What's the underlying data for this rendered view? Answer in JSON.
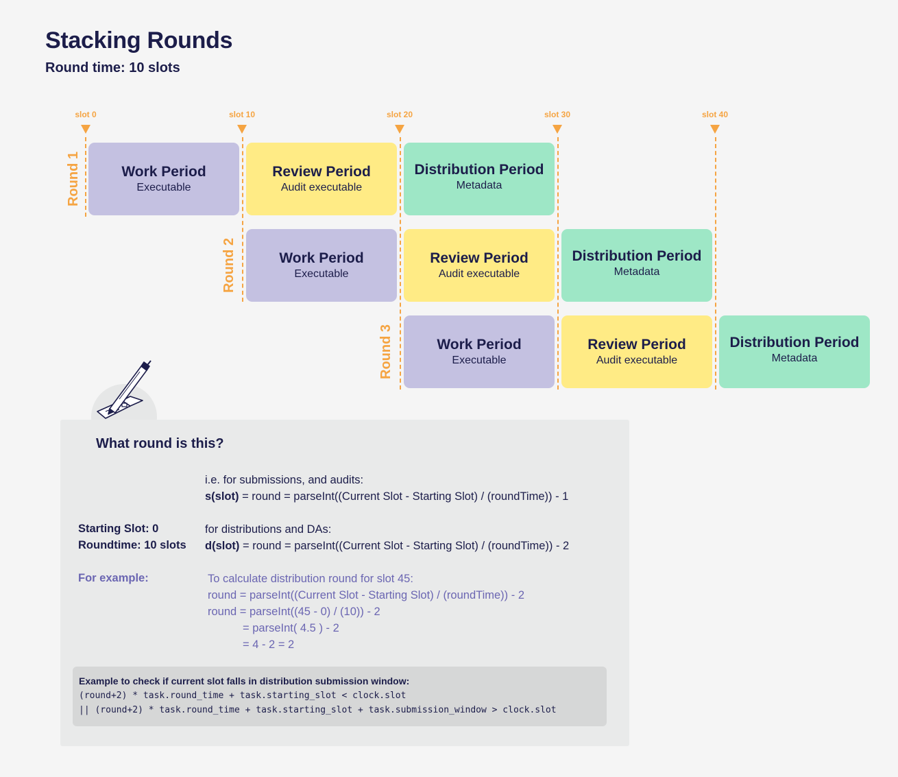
{
  "header": {
    "title": "Stacking Rounds",
    "subtitle": "Round time: 10 slots"
  },
  "timeline": {
    "slots": [
      "slot 0",
      "slot 10",
      "slot 20",
      "slot 30",
      "slot 40"
    ],
    "rounds": [
      {
        "label": "Round 1",
        "periods": [
          {
            "name": "Work Period",
            "sub": "Executable",
            "kind": "work"
          },
          {
            "name": "Review Period",
            "sub": "Audit executable",
            "kind": "review"
          },
          {
            "name": "Distribution Period",
            "sub": "Metadata",
            "kind": "distribution"
          }
        ]
      },
      {
        "label": "Round 2",
        "periods": [
          {
            "name": "Work Period",
            "sub": "Executable",
            "kind": "work"
          },
          {
            "name": "Review Period",
            "sub": "Audit executable",
            "kind": "review"
          },
          {
            "name": "Distribution Period",
            "sub": "Metadata",
            "kind": "distribution"
          }
        ]
      },
      {
        "label": "Round 3",
        "periods": [
          {
            "name": "Work Period",
            "sub": "Executable",
            "kind": "work"
          },
          {
            "name": "Review Period",
            "sub": "Audit executable",
            "kind": "review"
          },
          {
            "name": "Distribution Period",
            "sub": "Metadata",
            "kind": "distribution"
          }
        ]
      }
    ],
    "colors": {
      "work": "#c4c1e1",
      "review": "#ffeb85",
      "distribution": "#9ee7c6",
      "slot_marker": "#f5a442"
    }
  },
  "info": {
    "icon": "pen-signing-document-icon",
    "heading": "What round is this?",
    "submissions_intro": "i.e. for submissions, and audits:",
    "s_formula_label": "s(slot)",
    "s_formula_rest": " = round = parseInt((Current Slot - Starting Slot) / (roundTime)) - 1",
    "starting_slot": "Starting Slot: 0",
    "roundtime": "Roundtime: 10 slots",
    "distributions_intro": "for distributions and DAs:",
    "d_formula_label": "d(slot)",
    "d_formula_rest": " = round = parseInt((Current Slot - Starting Slot) / (roundTime)) - 2",
    "example_label": "For example:",
    "example_lines": [
      "To calculate distribution round for slot 45:",
      "round = parseInt((Current Slot - Starting Slot) / (roundTime)) - 2",
      "round = parseInt((45 - 0) / (10)) - 2",
      "= parseInt( 4.5 ) - 2",
      "= 4 - 2 = 2"
    ],
    "code_title": "Example to check if current slot falls in distribution submission window:",
    "code_lines": [
      "(round+2) * task.round_time + task.starting_slot < clock.slot",
      "|| (round+2) * task.round_time + task.starting_slot + task.submission_window > clock.slot"
    ]
  }
}
